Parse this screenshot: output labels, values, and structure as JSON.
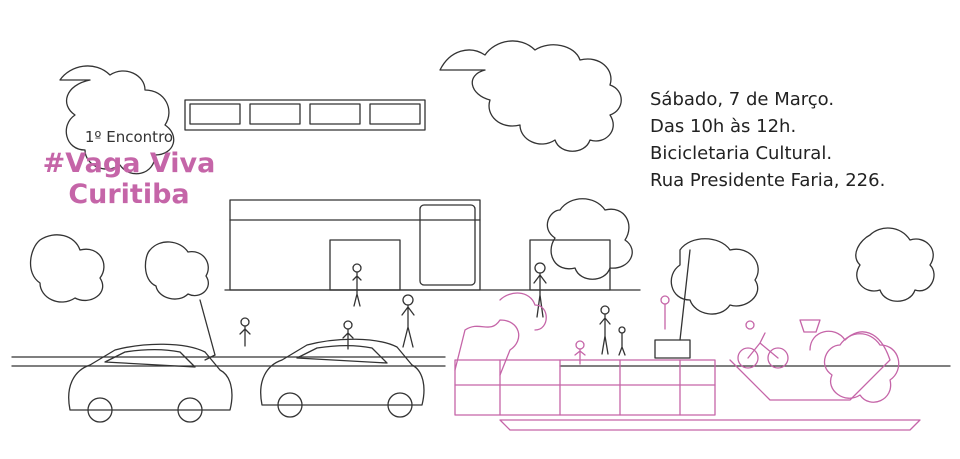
{
  "event": {
    "edition": "1º Encontro",
    "title_line1": "#Vaga Viva",
    "title_line2": "Curitiba"
  },
  "details": {
    "date": "Sábado, 7 de Março.",
    "time": "Das 10h às 12h.",
    "venue": "Bicicletaria Cultural.",
    "address": "Rua Presidente Faria, 226."
  },
  "colors": {
    "accent": "#c565a8",
    "line": "#333333",
    "background": "#ffffff"
  }
}
